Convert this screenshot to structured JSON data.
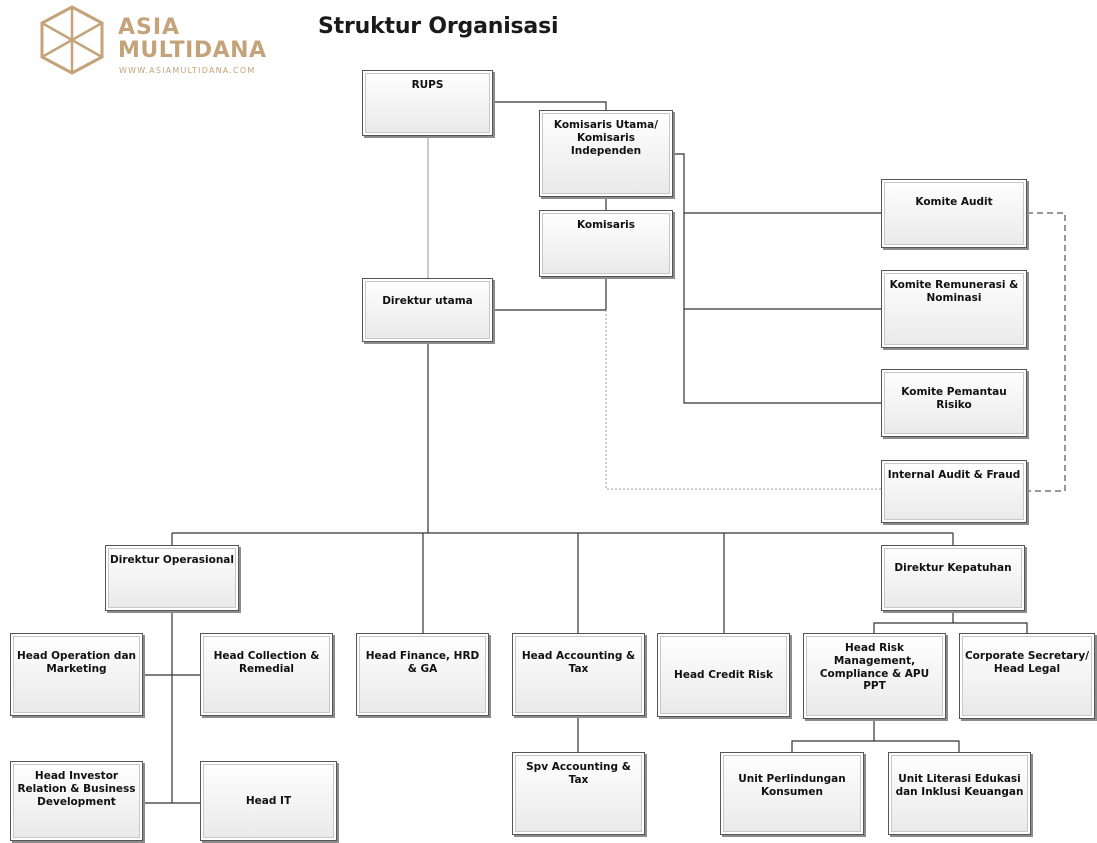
{
  "page": {
    "title": "Struktur Organisasi"
  },
  "logo": {
    "line1": "ASIA",
    "line2": "MULTIDANA",
    "url": "WWW.ASIAMULTIDANA.COM",
    "brand_color": "#c5a37a"
  },
  "nodes": {
    "rups": "RUPS",
    "komisaris_utama": "Komisaris Utama/ Komisaris Independen",
    "komisaris": "Komisaris",
    "direktur_utama": "Direktur utama",
    "komite_audit": "Komite Audit",
    "komite_remunerasi": "Komite Remunerasi & Nominasi",
    "komite_pemantau": "Komite Pemantau Risiko",
    "internal_audit": "Internal Audit & Fraud",
    "direktur_operasional": "Direktur Operasional",
    "direktur_kepatuhan": "Direktur Kepatuhan",
    "head_operation": "Head Operation dan Marketing",
    "head_collection": "Head Collection & Remedial",
    "head_investor": "Head Investor Relation & Business Development",
    "head_it": "Head IT",
    "head_finance": "Head Finance, HRD & GA",
    "head_accounting": "Head Accounting & Tax",
    "spv_accounting": "Spv Accounting & Tax",
    "head_credit": "Head Credit Risk",
    "head_risk": "Head Risk Management, Compliance & APU PPT",
    "corporate_secretary": "Corporate Secretary/ Head Legal",
    "unit_perlindungan": "Unit Perlindungan Konsumen",
    "unit_literasi": "Unit Literasi Edukasi dan Inklusi Keuangan"
  },
  "colors": {
    "line": "#333333",
    "dotted": "#999999",
    "dashed": "#777777",
    "box_border": "#555555"
  }
}
